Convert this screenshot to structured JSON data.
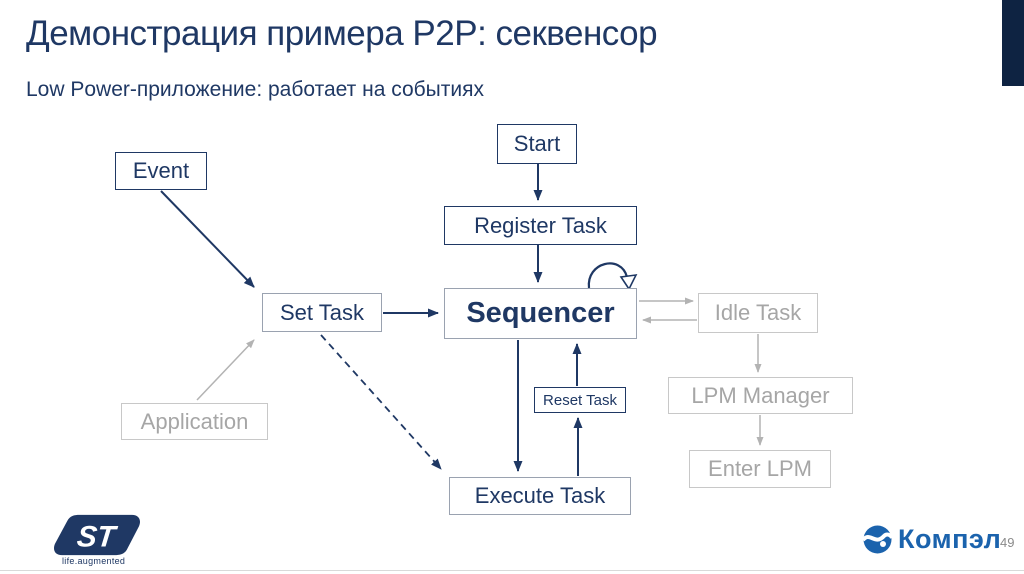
{
  "slide": {
    "title": "Демонстрация примера P2P: секвенсор",
    "subtitle": "Low Power-приложение: работает на событиях",
    "page_number": "49"
  },
  "colors": {
    "navy": "#1f3864",
    "side_bar_navy": "#0e2342",
    "muted_text_gray": "#a6a6a6",
    "muted_border_gray": "#c8c8c8",
    "steel_border": "#9aa2b0",
    "gray_arrow": "#b3b3b3",
    "kompel_blue": "#1b63ad"
  },
  "diagram": {
    "nodes": [
      {
        "id": "start",
        "label": "Start",
        "style": "navy-border"
      },
      {
        "id": "event",
        "label": "Event",
        "style": "navy-border"
      },
      {
        "id": "register-task",
        "label": "Register Task",
        "style": "navy-border"
      },
      {
        "id": "set-task",
        "label": "Set Task",
        "style": "steel-border"
      },
      {
        "id": "sequencer",
        "label": "Sequencer",
        "style": "steel-border-bold"
      },
      {
        "id": "reset-task",
        "label": "Reset Task",
        "style": "navy-border-small"
      },
      {
        "id": "execute-task",
        "label": "Execute Task",
        "style": "steel-border"
      },
      {
        "id": "application",
        "label": "Application",
        "style": "muted-gray"
      },
      {
        "id": "idle-task",
        "label": "Idle Task",
        "style": "muted-gray"
      },
      {
        "id": "lpm-manager",
        "label": "LPM Manager",
        "style": "muted-gray"
      },
      {
        "id": "enter-lpm",
        "label": "Enter LPM",
        "style": "muted-gray"
      }
    ],
    "edges": [
      {
        "from": "start",
        "to": "register-task",
        "style": "solid-navy"
      },
      {
        "from": "register-task",
        "to": "sequencer",
        "style": "solid-navy"
      },
      {
        "from": "event",
        "to": "set-task",
        "style": "solid-navy"
      },
      {
        "from": "set-task",
        "to": "sequencer",
        "style": "solid-navy"
      },
      {
        "from": "sequencer",
        "to": "sequencer",
        "style": "self-loop-navy"
      },
      {
        "from": "sequencer",
        "to": "execute-task",
        "style": "solid-navy"
      },
      {
        "from": "execute-task",
        "to": "reset-task",
        "style": "solid-navy"
      },
      {
        "from": "reset-task",
        "to": "sequencer",
        "style": "solid-navy"
      },
      {
        "from": "set-task",
        "to": "execute-task",
        "style": "dashed-navy"
      },
      {
        "from": "application",
        "to": "set-task",
        "style": "solid-gray"
      },
      {
        "from": "sequencer",
        "to": "idle-task",
        "style": "solid-gray"
      },
      {
        "from": "idle-task",
        "to": "sequencer",
        "style": "solid-gray"
      },
      {
        "from": "idle-task",
        "to": "lpm-manager",
        "style": "solid-gray"
      },
      {
        "from": "lpm-manager",
        "to": "enter-lpm",
        "style": "solid-gray"
      }
    ]
  },
  "footer": {
    "st_logo_letters": "ST",
    "st_tagline": "life.augmented",
    "brand_name": "Компэл"
  }
}
